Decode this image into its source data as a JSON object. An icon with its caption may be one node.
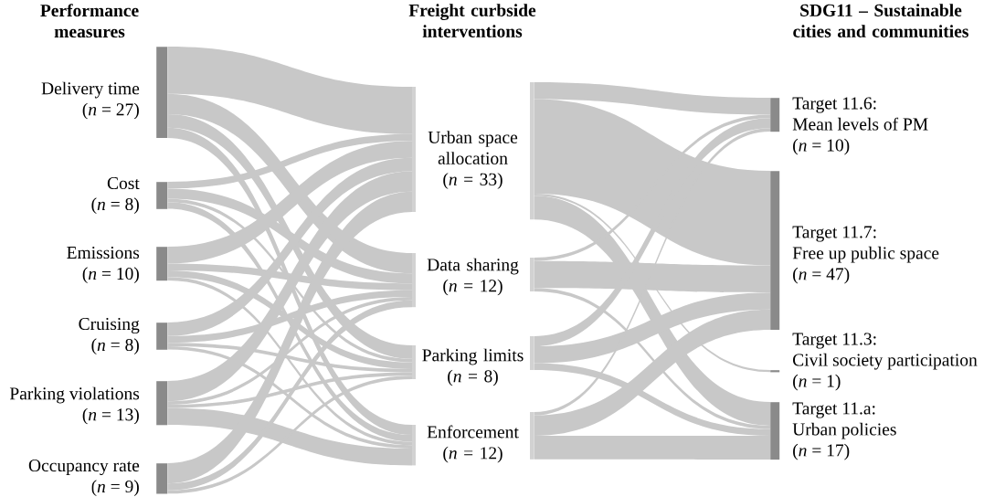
{
  "diagram": {
    "nodes": [
      {
        "text": [
          "Delivery time",
          "(*n* = 27)"
        ]
      },
      {
        "text": [
          "Cost",
          "(*n* = 8)"
        ]
      },
      {
        "text": [
          "Emissions",
          "(*n* = 10)"
        ]
      },
      {
        "text": [
          "Cruising",
          "(*n* = 8)"
        ]
      },
      {
        "text": [
          "Parking violations",
          "(*n* = 13)"
        ]
      },
      {
        "text": [
          "Occupancy rate",
          "(*n* = 9)"
        ]
      },
      {
        "text": [
          "Urban space allocation",
          "(*n* = 33)"
        ]
      },
      {
        "text": [
          "Data sharing",
          "(*n* = 12)"
        ]
      },
      {
        "text": [
          "Parking limits",
          "(*n* = 8)"
        ]
      },
      {
        "text": [
          "Enforcement",
          "(*n* = 12)"
        ]
      },
      {
        "text": [
          "Target 11.6:",
          "Mean levels of PM",
          "(*n* = 10)"
        ]
      },
      {
        "text": [
          "Target 11.7:",
          "Free up public space",
          "(*n* = 47)"
        ]
      },
      {
        "text": [
          "Target 11.3:",
          "Civil society participation",
          "(*n* = 1)"
        ]
      },
      {
        "text": [
          "Target 11.a:",
          "Urban policies",
          "(*n* = 17)"
        ]
      }
    ],
    "edges": [
      {
        "from": 0,
        "to": 6,
        "arrow": "none"
      },
      {
        "from": 0,
        "to": 7,
        "arrow": "none"
      },
      {
        "from": 0,
        "to": 8,
        "arrow": "none"
      },
      {
        "from": 0,
        "to": 9,
        "arrow": "none"
      },
      {
        "from": 1,
        "to": 6,
        "arrow": "none"
      },
      {
        "from": 1,
        "to": 7,
        "arrow": "none"
      },
      {
        "from": 1,
        "to": 8,
        "arrow": "none"
      },
      {
        "from": 1,
        "to": 9,
        "arrow": "none"
      },
      {
        "from": 2,
        "to": 6,
        "arrow": "none"
      },
      {
        "from": 2,
        "to": 7,
        "arrow": "none"
      },
      {
        "from": 2,
        "to": 8,
        "arrow": "none"
      },
      {
        "from": 2,
        "to": 9,
        "arrow": "none"
      },
      {
        "from": 3,
        "to": 6,
        "arrow": "none"
      },
      {
        "from": 3,
        "to": 7,
        "arrow": "none"
      },
      {
        "from": 3,
        "to": 8,
        "arrow": "none"
      },
      {
        "from": 3,
        "to": 9,
        "arrow": "none"
      },
      {
        "from": 4,
        "to": 6,
        "arrow": "none"
      },
      {
        "from": 4,
        "to": 7,
        "arrow": "none"
      },
      {
        "from": 4,
        "to": 8,
        "arrow": "none"
      },
      {
        "from": 4,
        "to": 9,
        "arrow": "none"
      },
      {
        "from": 5,
        "to": 6,
        "arrow": "none"
      },
      {
        "from": 5,
        "to": 7,
        "arrow": "none"
      },
      {
        "from": 5,
        "to": 8,
        "arrow": "none"
      },
      {
        "from": 6,
        "to": 10,
        "arrow": "none"
      },
      {
        "from": 6,
        "to": 11,
        "arrow": "none"
      },
      {
        "from": 6,
        "to": 12,
        "arrow": "none"
      },
      {
        "from": 6,
        "to": 13,
        "arrow": "none"
      },
      {
        "from": 7,
        "to": 10,
        "arrow": "none"
      },
      {
        "from": 7,
        "to": 11,
        "arrow": "none"
      },
      {
        "from": 7,
        "to": 13,
        "arrow": "none"
      },
      {
        "from": 8,
        "to": 10,
        "arrow": "none"
      },
      {
        "from": 8,
        "to": 11,
        "arrow": "none"
      },
      {
        "from": 8,
        "to": 13,
        "arrow": "none"
      },
      {
        "from": 9,
        "to": 10,
        "arrow": "none"
      },
      {
        "from": 9,
        "to": 11,
        "arrow": "none"
      },
      {
        "from": 9,
        "to": 13,
        "arrow": "none"
      }
    ],
    "labels": [
      "Performance measures",
      "Freight curbside interventions",
      "SDG11 – Sustainable cities and communities"
    ]
  }
}
